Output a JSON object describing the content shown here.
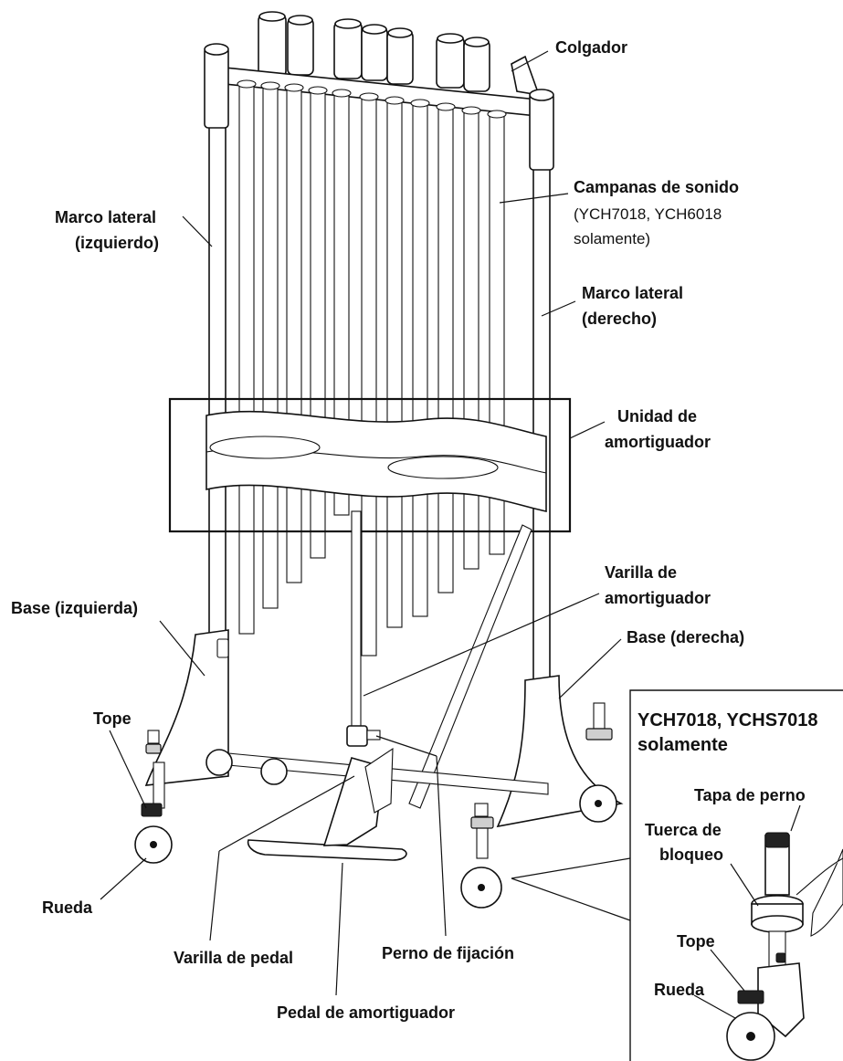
{
  "labels": {
    "colgador": "Colgador",
    "campanas_1": "Campanas de sonido",
    "campanas_2": "(YCH7018, YCH6018",
    "campanas_3": "solamente)",
    "marco_izq_1": "Marco lateral",
    "marco_izq_2": "(izquierdo)",
    "marco_der_1": "Marco lateral",
    "marco_der_2": "(derecho)",
    "unidad_1": "Unidad de",
    "unidad_2": "amortiguador",
    "varilla_amort_1": "Varilla de",
    "varilla_amort_2": "amortiguador",
    "base_izq": "Base (izquierda)",
    "base_der": "Base (derecha)",
    "tope": "Tope",
    "rueda": "Rueda",
    "varilla_pedal": "Varilla de pedal",
    "perno_fijacion": "Perno de fijación",
    "pedal_amort": "Pedal de amortiguador"
  },
  "inset": {
    "title_1": "YCH7018, YCHS7018",
    "title_2": "solamente",
    "tapa_perno": "Tapa de perno",
    "tuerca_1": "Tuerca de",
    "tuerca_2": "bloqueo",
    "tope": "Tope",
    "rueda": "Rueda"
  }
}
